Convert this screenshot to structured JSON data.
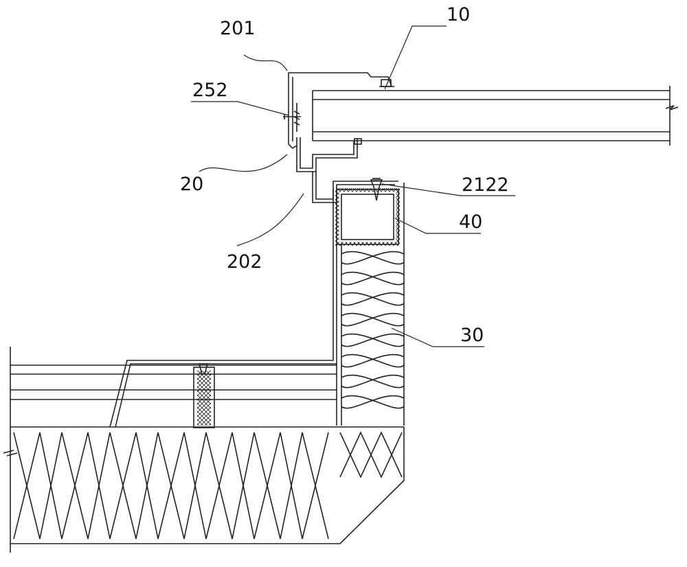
{
  "figure": {
    "labels": {
      "l201": "201",
      "l10": "10",
      "l252": "252",
      "l20": "20",
      "l2122": "2122",
      "l40": "40",
      "l202": "202",
      "l30": "30"
    },
    "line_color": "#222222"
  }
}
